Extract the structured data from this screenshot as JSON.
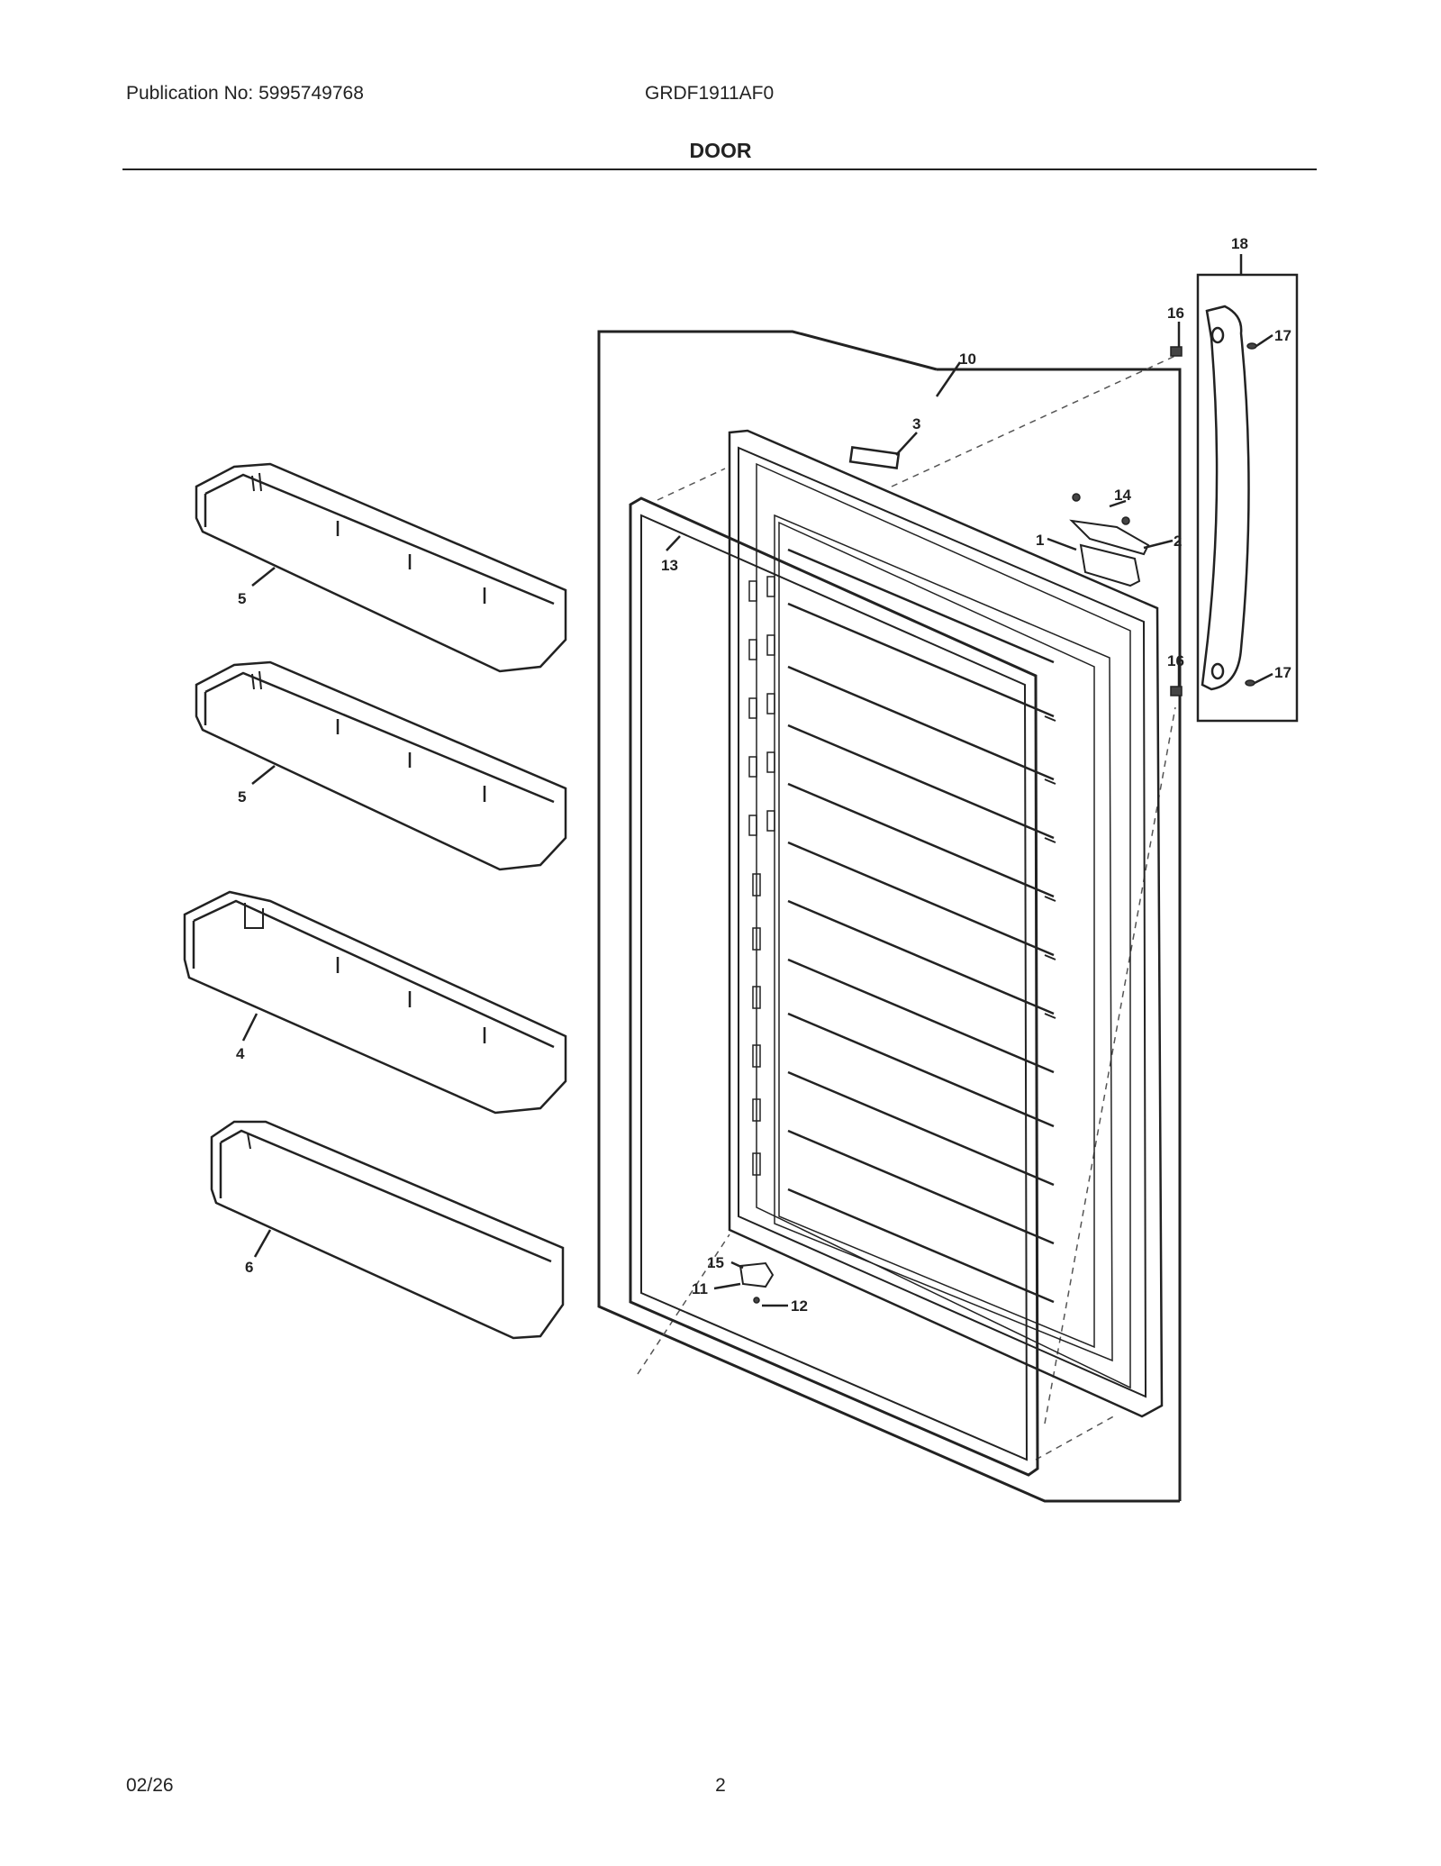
{
  "header": {
    "publication": "Publication No: 5995749768",
    "model": "GRDF1911AF0",
    "title": "DOOR"
  },
  "footer": {
    "date": "02/26",
    "page": "2"
  },
  "callouts": [
    "18",
    "16",
    "17",
    "10",
    "3",
    "14",
    "1",
    "2",
    "13",
    "5",
    "5",
    "16",
    "17",
    "4",
    "6",
    "15",
    "11",
    "12"
  ]
}
